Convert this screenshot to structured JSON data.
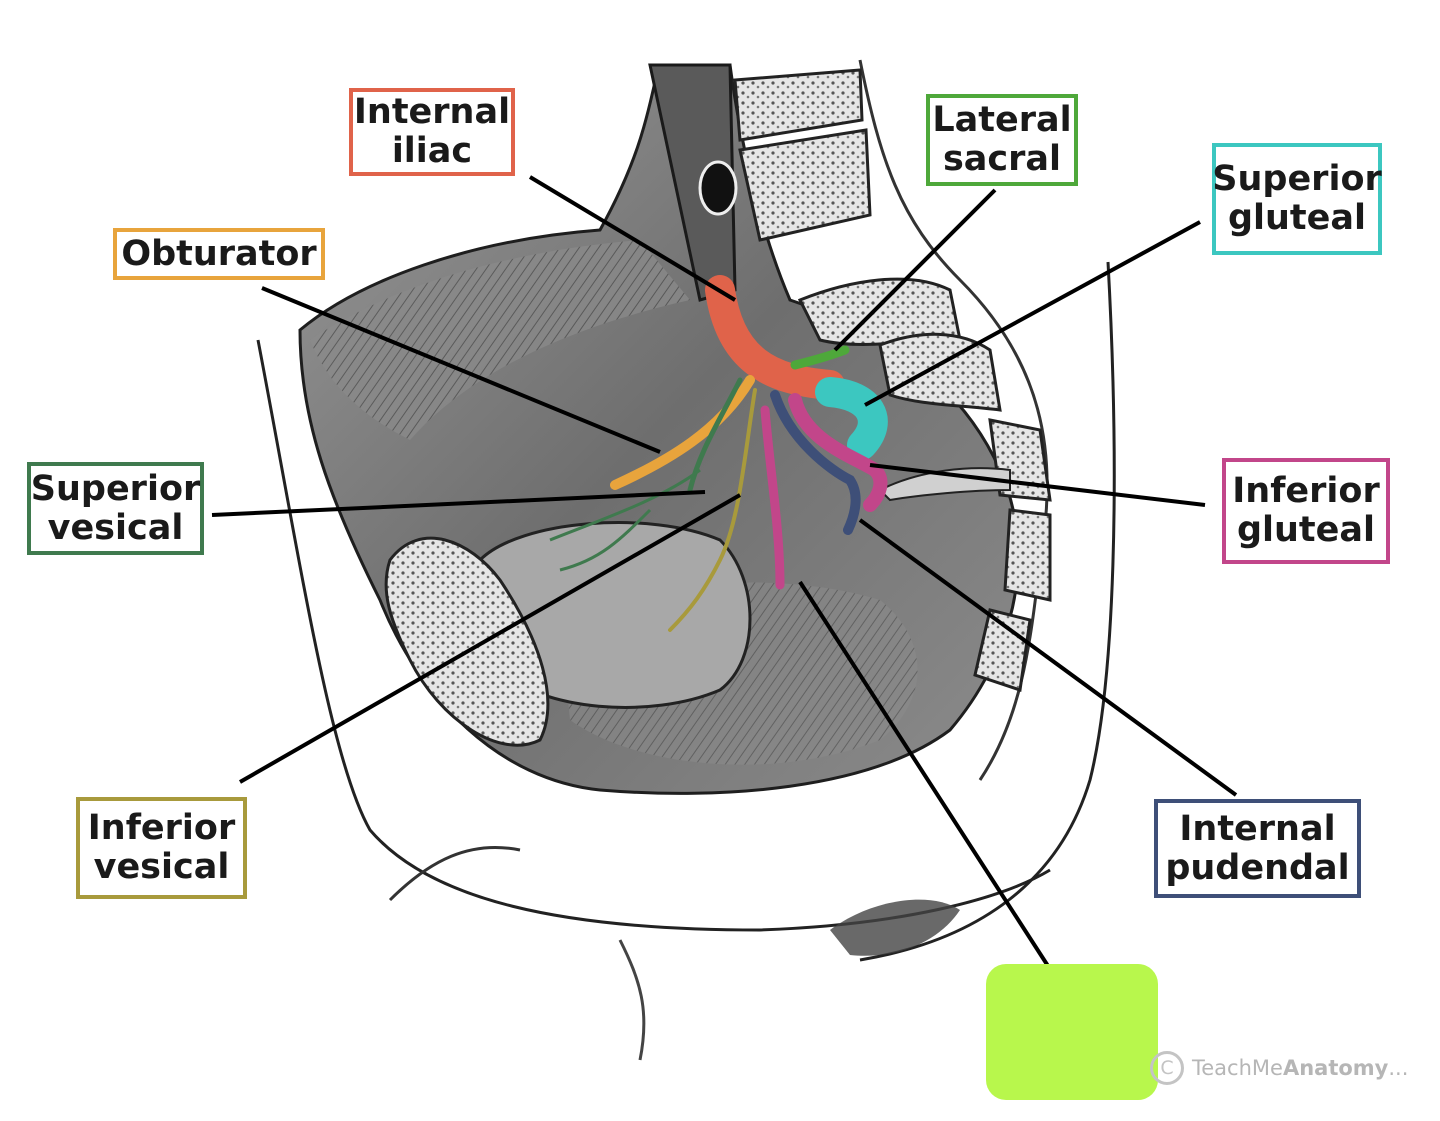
{
  "labels": {
    "internal_iliac": "Internal\niliac",
    "lateral_sacral": "Lateral\nsacral",
    "superior_gluteal": "Superior\ngluteal",
    "obturator": "Obturator",
    "superior_vesical": "Superior\nvesical",
    "inferior_gluteal": "Inferior\ngluteal",
    "inferior_vesical": "Inferior\nvesical",
    "internal_pudendal": "Internal\npudendal"
  },
  "colors": {
    "internal_iliac": "#e0634a",
    "lateral_sacral": "#4ea83a",
    "superior_gluteal": "#3cc7c0",
    "obturator": "#e8a43c",
    "superior_vesical": "#3f7a4e",
    "inferior_gluteal": "#c2468a",
    "inferior_vesical": "#a89a3c",
    "internal_pudendal": "#3e4f78",
    "answer_box": "#b8f74c"
  },
  "watermark": {
    "symbol": "C",
    "text_light": "TeachMe",
    "text_bold": "Anatomy",
    "suffix": "..."
  }
}
